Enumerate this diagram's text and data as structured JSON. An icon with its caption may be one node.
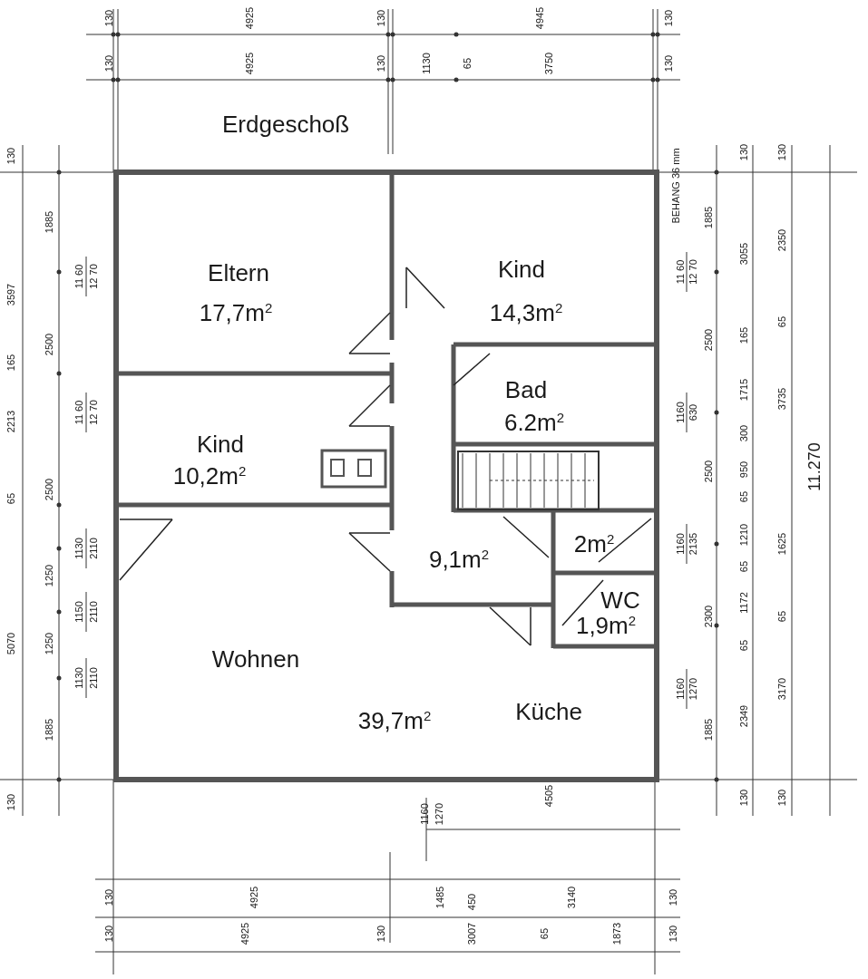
{
  "diagram": {
    "title": "Erdgeschoß",
    "nodes": [
      {
        "text": [
          "Eltern",
          "17,7m$^{2}$"
        ]
      },
      {
        "text": [
          "Kind",
          "14,3m$^{2}$"
        ]
      },
      {
        "text": [
          "Bad",
          "6.2m$^{2}$"
        ]
      },
      {
        "text": [
          "Kind",
          "10,2m$^{2}$"
        ]
      },
      {
        "text": [
          "9,1m$^{2}$"
        ]
      },
      {
        "text": [
          "2m$^{2}$"
        ]
      },
      {
        "text": [
          "WC",
          "1,9m$^{2}$"
        ]
      },
      {
        "text": [
          "Wohnen",
          "39,7m$^{2}$",
          "Küche"
        ]
      }
    ],
    "labels": [
      "130",
      "4925",
      "130",
      "4945",
      "130",
      "130",
      "4925",
      "130",
      "1130",
      "65",
      "3750",
      "130",
      "BEHANG 36 mm",
      "130",
      "3597",
      "165",
      "2213",
      "65",
      "5070",
      "130",
      "1885",
      "2500",
      "2500",
      "1250",
      "1250",
      "1885",
      "11 60",
      "12 70",
      "11 60",
      "12 70",
      "1130",
      "2110",
      "1150",
      "2110",
      "1130",
      "2110",
      "11 60",
      "12 70",
      "1885",
      "2500",
      "1160",
      "630",
      "2500",
      "1160",
      "2135",
      "2300",
      "1160",
      "1270",
      "1885",
      "130",
      "3055",
      "165",
      "1715",
      "300",
      "950",
      "65",
      "1210",
      "65",
      "1172",
      "65",
      "2349",
      "130",
      "130",
      "2350",
      "65",
      "3735",
      "1625",
      "65",
      "3170",
      "130",
      "11.270",
      "1160",
      "1270",
      "4505",
      "130",
      "4925",
      "1485",
      "450",
      "3140",
      "130",
      "130",
      "4925",
      "130",
      "3007",
      "65",
      "1873",
      "130"
    ]
  }
}
